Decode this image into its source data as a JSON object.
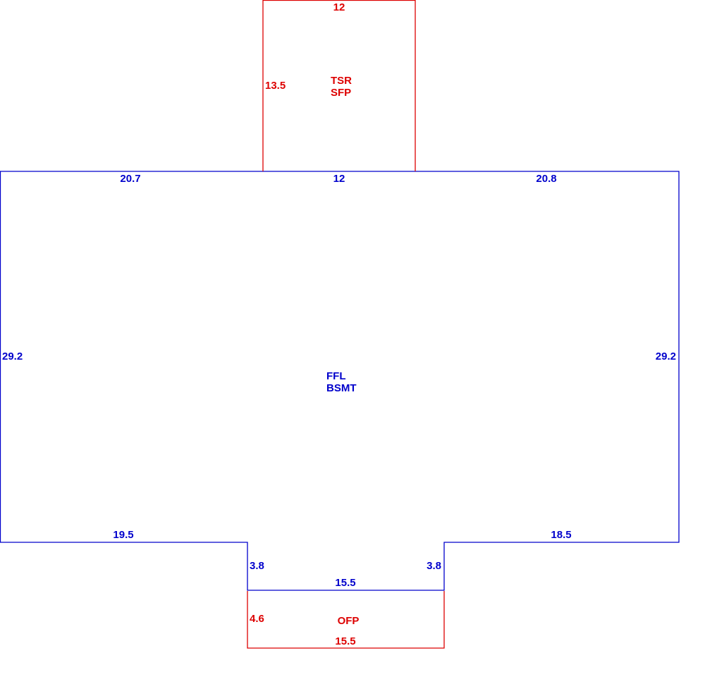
{
  "colors": {
    "main": "#0000cc",
    "attached": "#dd0000",
    "background": "#ffffff"
  },
  "areas": {
    "main": {
      "name": "FFL",
      "subname": "BSMT",
      "dims": {
        "top_left": "20.7",
        "top_middle": "12",
        "top_right": "20.8",
        "left": "29.2",
        "right": "29.2",
        "bottom_left": "19.5",
        "bottom_right": "18.5",
        "notch_left": "3.8",
        "notch_right": "3.8",
        "notch_bottom": "15.5"
      }
    },
    "top_addition": {
      "name": "TSR",
      "subname": "SFP",
      "dims": {
        "top": "12",
        "left": "13.5"
      }
    },
    "bottom_porch": {
      "name": "OFP",
      "dims": {
        "left": "4.6",
        "bottom": "15.5"
      }
    }
  }
}
